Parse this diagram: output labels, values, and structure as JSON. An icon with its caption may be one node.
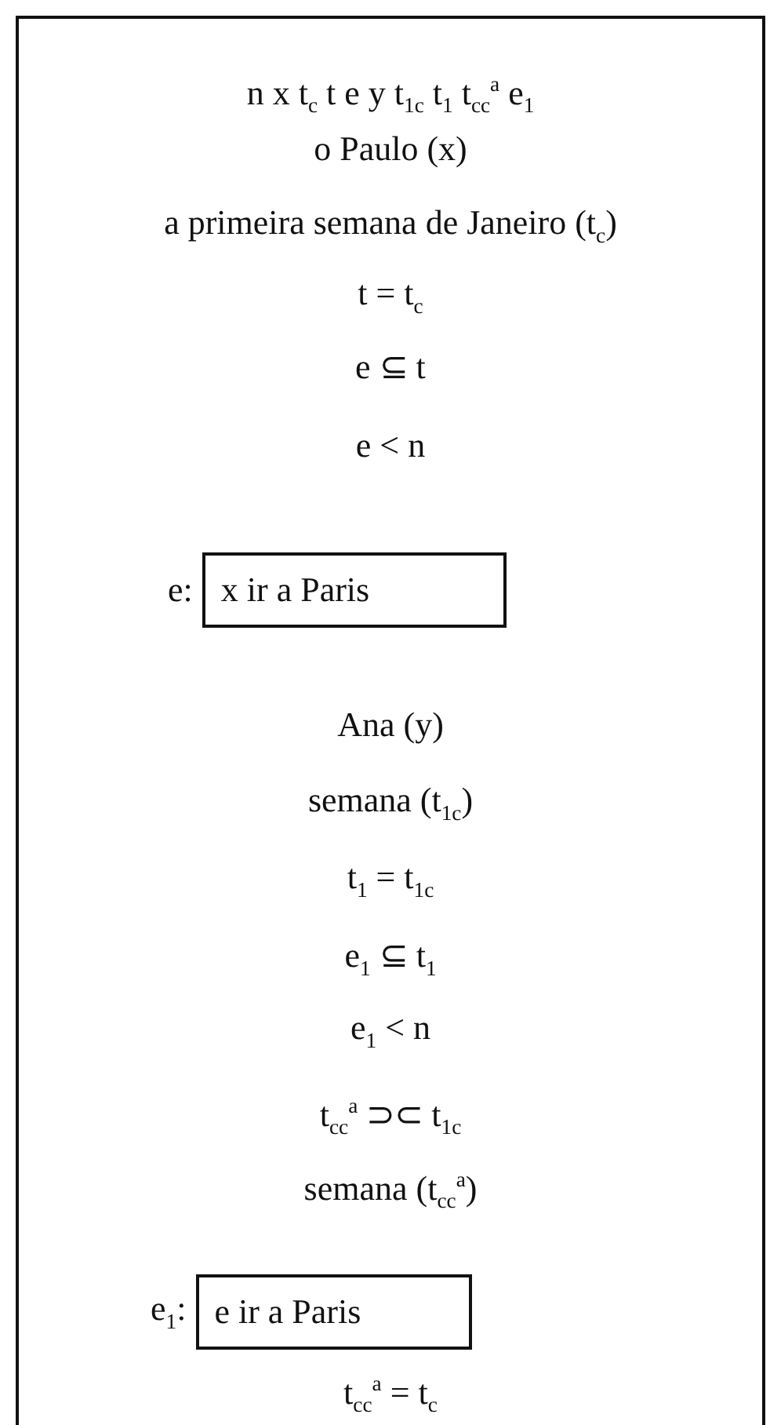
{
  "diagram": {
    "nodes": [
      {
        "text": [
          "n x  t$_{c}$ t e y t$_{1c}$ t$_{1}$ t$_{cc}$$^{a}$ e$_{1}$",
          "o Paulo (x)",
          "a primeira semana de Janeiro (t$_{c}$)",
          "t = t$_{c}$",
          "e ⊆ t",
          "e < n",
          "Ana (y)",
          "semana (t$_{1c}$)",
          "t$_{1}$ = t$_{1c}$",
          "e$_{1}$ ⊆ t$_{1}$",
          "e$_{1}$ < n",
          "t$_{cc}$$^{a}$ ⊃⊂ t$_{1c}$",
          "semana (t$_{cc}$$^{a}$)",
          "t$_{cc}$$^{a}$ = t$_{c}$"
        ]
      },
      {
        "text": [
          "x ir a Paris"
        ],
        "in": 0,
        "beside": [
          "e:"
        ]
      },
      {
        "text": [
          "e ir a Paris"
        ],
        "in": 0,
        "beside": [
          "e$_{1}$:"
        ]
      }
    ]
  }
}
